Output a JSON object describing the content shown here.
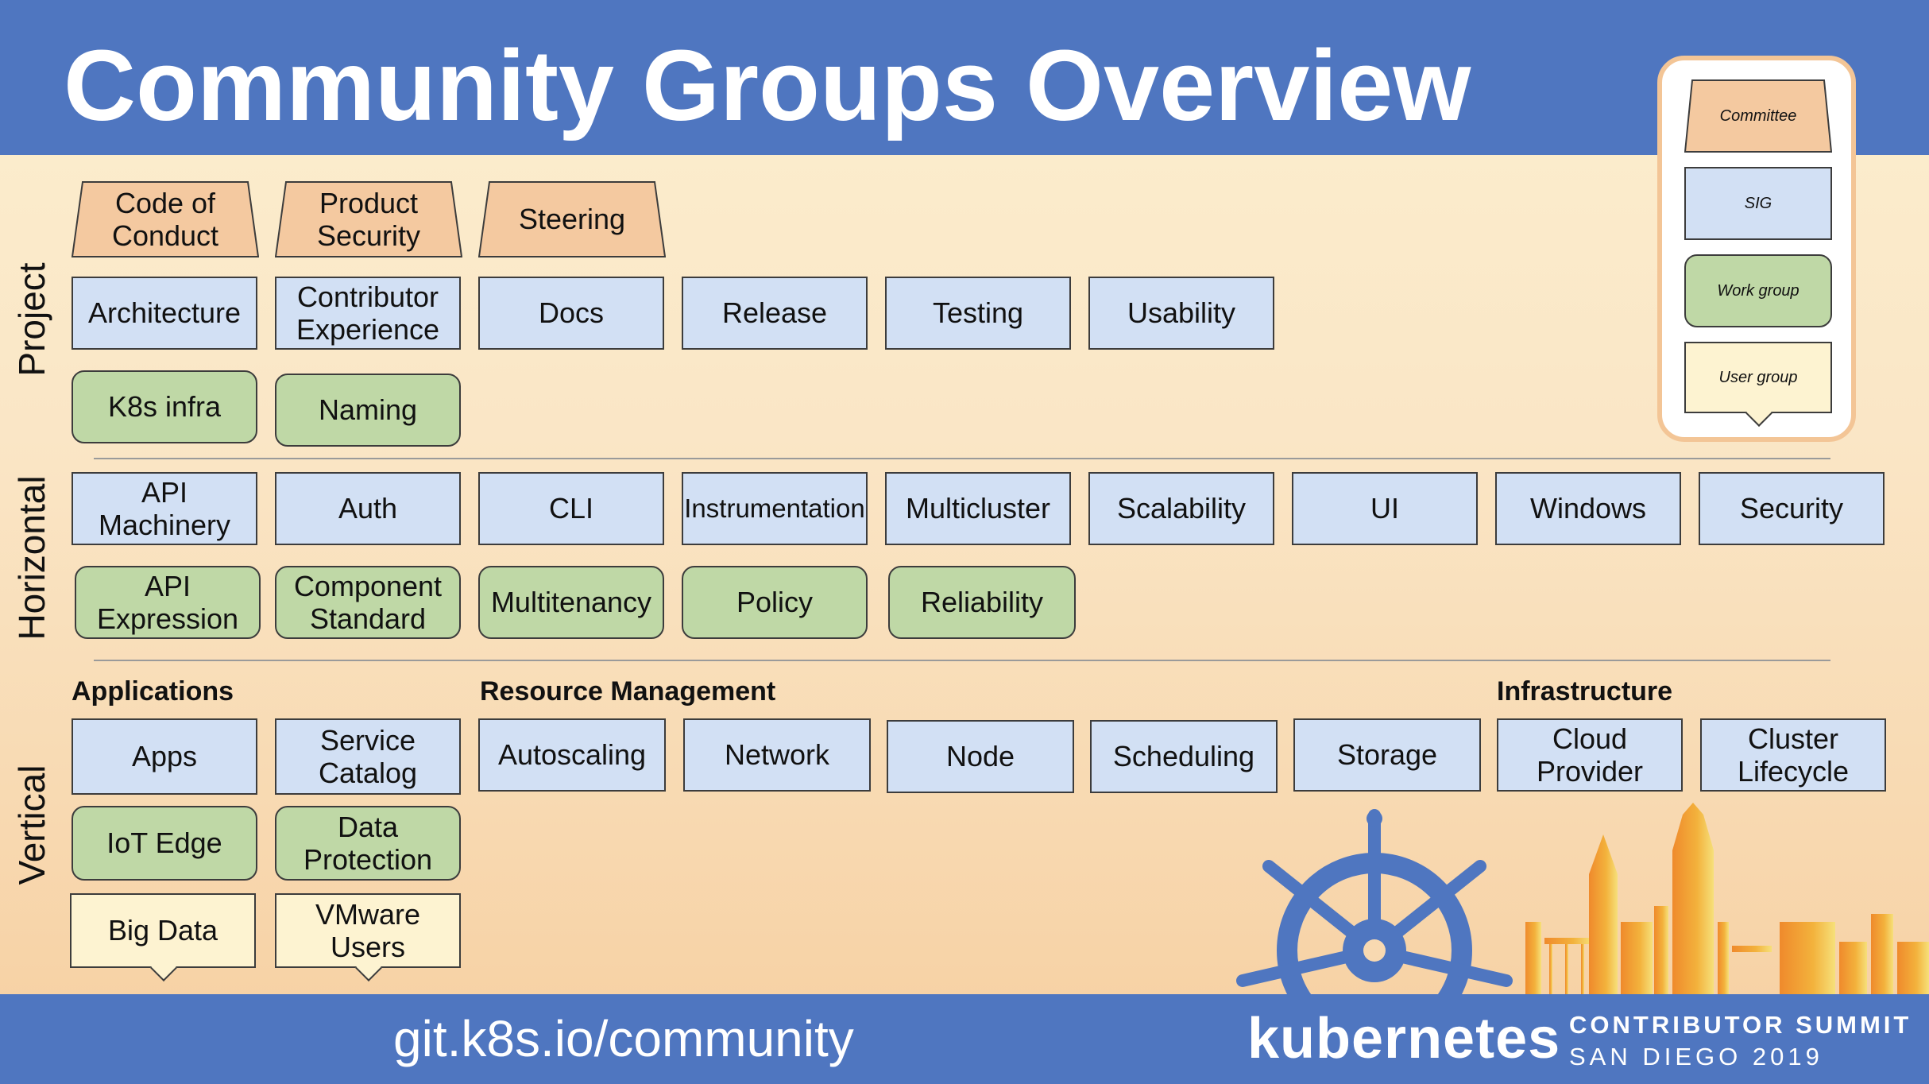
{
  "title": "Community Groups Overview",
  "legend": {
    "committee": "Committee",
    "sig": "SIG",
    "work_group": "Work group",
    "user_group": "User group"
  },
  "sections": {
    "project": "Project",
    "horizontal": "Horizontal",
    "vertical": "Vertical"
  },
  "project": {
    "committees": [
      "Code of\nConduct",
      "Product\nSecurity",
      "Steering"
    ],
    "sigs": [
      "Architecture",
      "Contributor\nExperience",
      "Docs",
      "Release",
      "Testing",
      "Usability"
    ],
    "work_groups": [
      "K8s infra",
      "Naming"
    ]
  },
  "horizontal": {
    "sigs": [
      "API\nMachinery",
      "Auth",
      "CLI",
      "Instrumentation",
      "Multicluster",
      "Scalability",
      "UI",
      "Windows",
      "Security"
    ],
    "work_groups": [
      "API\nExpression",
      "Component\nStandard",
      "Multitenancy",
      "Policy",
      "Reliability"
    ]
  },
  "vertical": {
    "applications": {
      "heading": "Applications",
      "sigs": [
        "Apps",
        "Service\nCatalog"
      ],
      "work_groups": [
        "IoT Edge",
        "Data\nProtection"
      ],
      "user_groups": [
        "Big Data",
        "VMware\nUsers"
      ]
    },
    "resource_management": {
      "heading": "Resource Management",
      "sigs": [
        "Autoscaling",
        "Network",
        "Node",
        "Scheduling",
        "Storage"
      ]
    },
    "infrastructure": {
      "heading": "Infrastructure",
      "sigs": [
        "Cloud\nProvider",
        "Cluster\nLifecycle"
      ]
    }
  },
  "footer": {
    "link": "git.k8s.io/community",
    "brand": "kubernetes",
    "event_line1": "CONTRIBUTOR SUMMIT",
    "event_line2": "SAN DIEGO 2019"
  },
  "colors": {
    "header_blue": "#4f76c0",
    "committee": "#f4c9a0",
    "sig": "#d2e0f4",
    "work_group": "#bfd8a6",
    "user_group": "#fdf3d1",
    "legend_border": "#f3c596"
  },
  "icons": [
    "kubernetes-helm-logo",
    "san-diego-skyline"
  ]
}
